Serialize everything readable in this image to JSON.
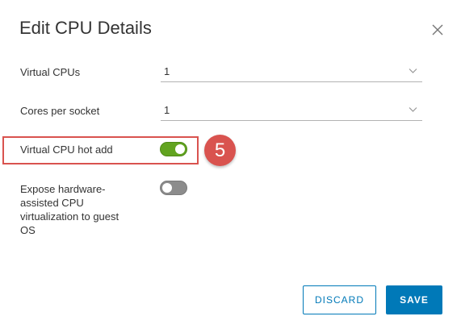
{
  "dialog": {
    "title": "Edit CPU Details"
  },
  "fields": {
    "virtual_cpus": {
      "label": "Virtual CPUs",
      "value": "1"
    },
    "cores_per_socket": {
      "label": "Cores per socket",
      "value": "1"
    },
    "cpu_hot_add": {
      "label": "Virtual CPU hot add",
      "enabled": true
    },
    "expose_virtualization": {
      "label_lines": [
        "Expose hardware-",
        "assisted CPU",
        "virtualization to guest",
        "OS"
      ],
      "enabled": false
    }
  },
  "annotation": {
    "step_number": "5",
    "color": "#d9534f"
  },
  "buttons": {
    "discard_label": "DISCARD",
    "save_label": "SAVE"
  },
  "colors": {
    "accent": "#0079b8",
    "toggle_on": "#62a420",
    "toggle_off": "#8c8c8c"
  },
  "icons": {
    "close": "close-icon",
    "dropdown": "chevron-down-icon"
  }
}
